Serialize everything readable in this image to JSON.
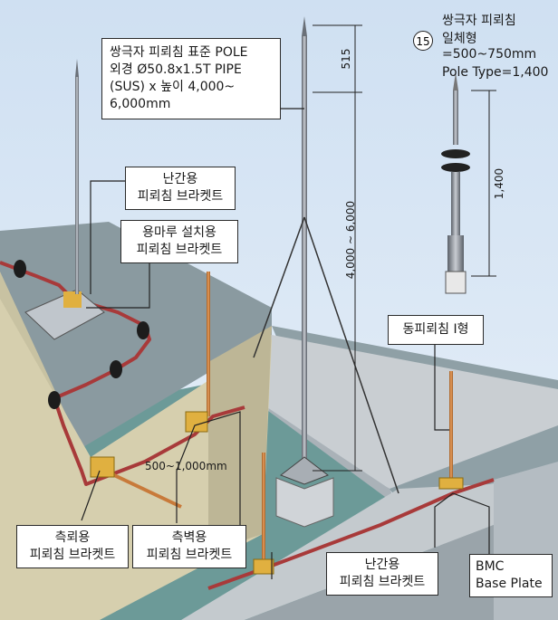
{
  "callouts": {
    "pole_lines": [
      "쌍극자 피뢰침 표준 POLE",
      "외경 Ø50.8x1.5T  PIPE",
      "(SUS) x 높이 4,000~",
      "6,000mm"
    ],
    "railing_bracket_top": [
      "난간용",
      "피뢰침 브라켓트"
    ],
    "ridge_bracket": [
      "용마루 설치용",
      "피뢰침 브라켓트"
    ],
    "copper_rod": "동피뢰침 I형",
    "side_bracket": [
      "측뢰용",
      "피뢰침 브라켓트"
    ],
    "side_wall_bracket": [
      "측벽용",
      "피뢰침 브라켓트"
    ],
    "railing_bracket_bottom": [
      "난간용",
      "피뢰침 브라켓트"
    ],
    "base_plate": [
      "BMC",
      "Base Plate"
    ]
  },
  "inset": {
    "number": "15",
    "title": "쌍극자 피뢰침",
    "subtitle": "일체형",
    "length_range": "=500~750mm",
    "pole_type": "Pole Type=1,400",
    "dim_height": "1,400"
  },
  "dimensions": {
    "top": "515",
    "pole_height": "4,000 ~ 6,000",
    "side_rod_length": "500~1,000mm"
  },
  "colors": {
    "sky": "#dce8f4",
    "roof_top": "#8a9aa0",
    "wall_side": "#d8d2b4",
    "wall_front": "#b8b49a",
    "parapet": "#c6ccd0",
    "ground_strip": "#4a8a8a",
    "conductor": "#a83a3a",
    "copper": "#c87a3a",
    "bracket": "#e0b040",
    "steel": "#7a8088"
  }
}
